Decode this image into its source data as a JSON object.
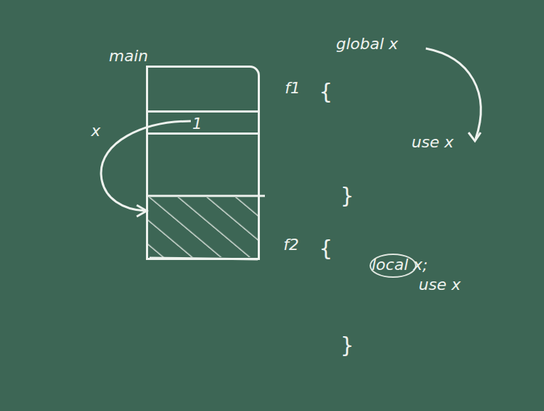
{
  "diagram": {
    "nodes": [
      {
        "text": [
          "main"
        ]
      },
      {
        "text": [
          "1"
        ],
        "in": 0
      }
    ],
    "labels": [
      "x",
      "global x",
      "f1",
      "{",
      "use x",
      "}",
      "f2",
      "{",
      "local x;",
      "use x",
      "}"
    ]
  }
}
